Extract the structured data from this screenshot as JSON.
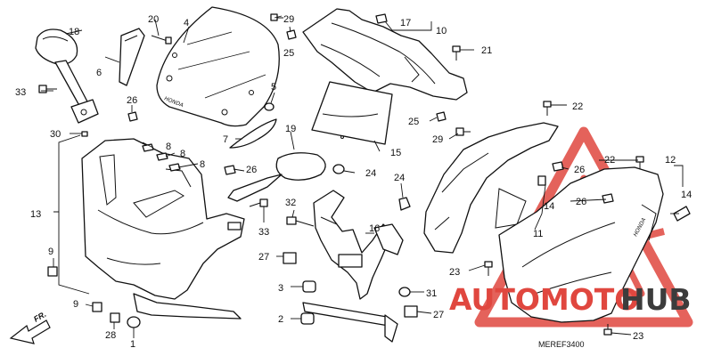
{
  "diagram": {
    "brand_mark": "HONDA",
    "front_arrow_label": "FR.",
    "ref_code": "MEREF3400",
    "callouts": {
      "c1": "1",
      "c2": "2",
      "c3": "3",
      "c4": "4",
      "c5": "5",
      "c6": "6",
      "c7": "7",
      "c8a": "8",
      "c8b": "8",
      "c8c": "8",
      "c9a": "9",
      "c9b": "9",
      "c10": "10",
      "c11": "11",
      "c12": "12",
      "c13": "13",
      "c14a": "14",
      "c14b": "14",
      "c15": "15",
      "c16": "16",
      "c17": "17",
      "c18": "18",
      "c19": "19",
      "c20": "20",
      "c21": "21",
      "c22a": "22",
      "c22b": "22",
      "c23a": "23",
      "c23b": "23",
      "c24a": "24",
      "c24b": "24",
      "c25a": "25",
      "c25b": "25",
      "c26a": "26",
      "c26b": "26",
      "c26c": "26",
      "c26d": "26",
      "c27a": "27",
      "c27b": "27",
      "c28": "28",
      "c29a": "29",
      "c29b": "29",
      "c30": "30",
      "c31": "31",
      "c32": "32",
      "c33a": "33",
      "c33b": "33"
    }
  },
  "watermark": {
    "text_a": "AUTOMOTO",
    "text_b": "HUB",
    "color_red": "#e0473f",
    "color_dark": "#3c3c3c"
  }
}
